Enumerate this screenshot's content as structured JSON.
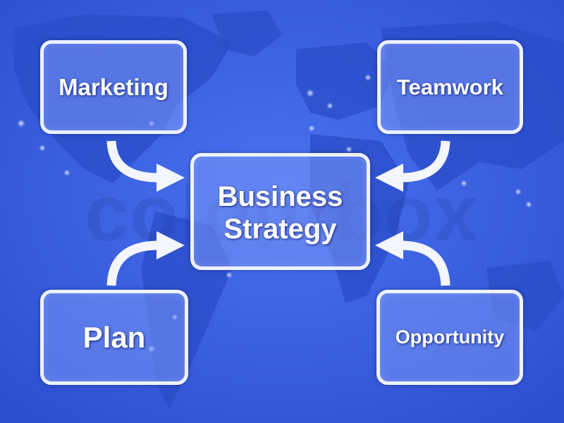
{
  "diagram": {
    "center": {
      "line1": "Business",
      "line2": "Strategy"
    },
    "top_left": "Marketing",
    "top_right": "Teamwork",
    "bottom_left": "Plan",
    "bottom_right": "Opportunity"
  },
  "watermark": "colourbox",
  "colors": {
    "background": "#3a5fe0",
    "continents": "#2a4cc8",
    "box_fill": "#7896f5",
    "box_border": "#eef2ff",
    "arrow": "#f4f6ff",
    "text": "#ffffff"
  }
}
